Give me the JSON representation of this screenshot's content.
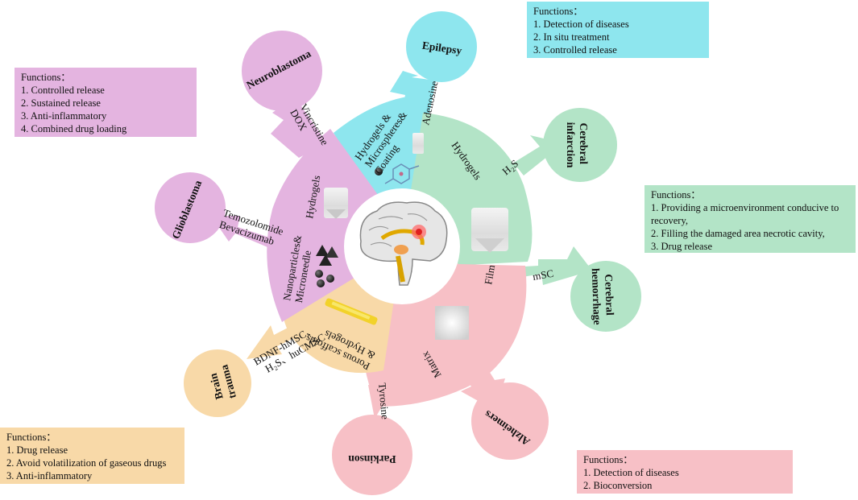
{
  "center": {
    "icon": "brain-icon"
  },
  "sectors": {
    "hydrogels_micro": {
      "label_lines": [
        "Hydrogels &",
        "Microspheres&",
        "Coating"
      ],
      "color": "#8ee6ee"
    },
    "hydrogels_right": {
      "label": "Hydrogels",
      "color": "#b3e4c7"
    },
    "film_matrix": {
      "label_top": "Film",
      "label_bottom": "Matrix",
      "color": "#f7c0c6"
    },
    "porous": {
      "label_lines": [
        "Porous scaffolds",
        "& Hydrogels"
      ],
      "color": "#f8d9a8"
    },
    "nanoparticles": {
      "label_lines": [
        "Nanoparticles&",
        "Microneedle"
      ],
      "color": "#e4b4e0"
    },
    "hydrogels_left": {
      "label": "Hydrogels",
      "color": "#e4b4e0"
    }
  },
  "diseases": {
    "neuroblastoma": "Neuroblastoma",
    "epilepsy": "Epilepsy",
    "cerebral_infarction": [
      "Cerebral",
      "infarction"
    ],
    "cerebral_hemorrhage": [
      "Cerebral",
      "hemorrhage"
    ],
    "alzheimers": "Alzheimers",
    "parkinson": "Parkinson",
    "brain_trauma": [
      "Brain",
      "trauma"
    ],
    "glioblastoma": "Glioblastoma"
  },
  "drugs": {
    "neuroblastoma": [
      "Vincristine",
      "DOX"
    ],
    "epilepsy": "Adenosine",
    "infarction": "H₂S",
    "hemorrhage": "mSC",
    "parkinson": "Tyrosine",
    "trauma": [
      "BDNF-hMSC、",
      "H₂S、huCMSC"
    ],
    "glioblastoma": [
      "Temozolomide",
      "Bevacizumab"
    ]
  },
  "functions": {
    "purple": {
      "title": "Functions：",
      "items": [
        "1. Controlled release",
        "2. Sustained release",
        "3. Anti-inflammatory",
        "4. Combined drug loading"
      ],
      "color": "#e4b4e0"
    },
    "cyan": {
      "title": "Functions：",
      "items": [
        "1. Detection of diseases",
        "2. In situ treatment",
        "3. Controlled release"
      ],
      "color": "#8ee6ee"
    },
    "green": {
      "title": "Functions：",
      "items": [
        "1. Providing a microenvironment conducive to recovery,",
        "2. Filling the damaged area necrotic cavity,",
        "3. Drug release"
      ],
      "color": "#b3e4c7"
    },
    "orange": {
      "title": "Functions：",
      "items": [
        "1. Drug release",
        "2. Avoid volatilization of gaseous drugs",
        "3. Anti-inflammatory"
      ],
      "color": "#f8d9a8"
    },
    "pink": {
      "title": "Functions：",
      "items": [
        "1. Detection of diseases",
        "2. Bioconversion"
      ],
      "color": "#f7c0c6"
    }
  }
}
